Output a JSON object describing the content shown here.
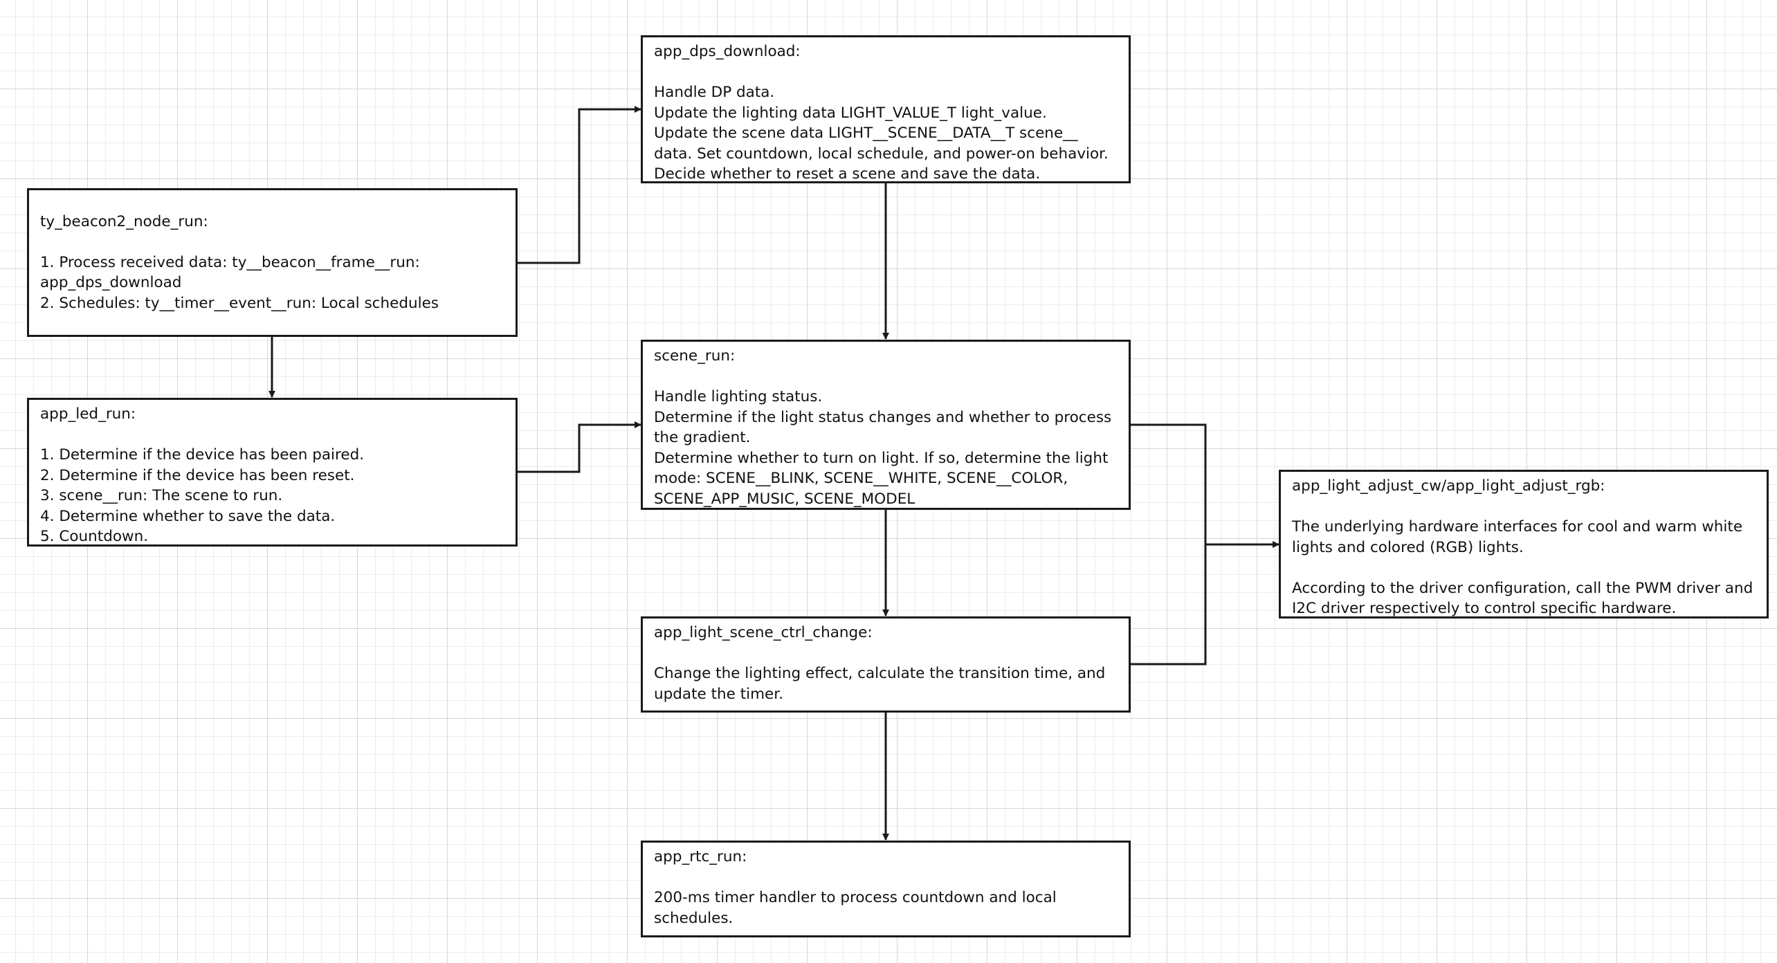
{
  "nodes": {
    "beacon": {
      "title": "ty_beacon2_node_run:",
      "lines": [
        "1. Process received data: ty__beacon__frame__run:",
        "app_dps_download",
        "2. Schedules: ty__timer__event__run: Local schedules"
      ]
    },
    "led": {
      "title": "app_led_run:",
      "lines": [
        "1. Determine if the device has been paired.",
        "2. Determine if the device has been reset.",
        "3. scene__run: The scene to run.",
        "4. Determine whether to save the data.",
        "5. Countdown."
      ]
    },
    "dps": {
      "title": "app_dps_download:",
      "lines": [
        "Handle DP data.",
        "Update the lighting data LIGHT_VALUE_T light_value.",
        "Update the scene data LIGHT__SCENE__DATA__T scene__",
        "data. Set countdown, local schedule, and power-on behavior.",
        "Decide whether to reset a scene and save the data."
      ]
    },
    "scene": {
      "title": "scene_run:",
      "lines": [
        "Handle lighting status.",
        "Determine if the light status changes and whether to process",
        "the gradient.",
        "Determine whether to turn on light. If so, determine the light",
        "mode: SCENE__BLINK, SCENE__WHITE, SCENE__COLOR,",
        "SCENE_APP_MUSIC, SCENE_MODEL"
      ]
    },
    "ctrl": {
      "title": "app_light_scene_ctrl_change:",
      "lines": [
        "Change the lighting effect, calculate the transition time, and",
        "update the timer."
      ]
    },
    "rtc": {
      "title": "app_rtc_run:",
      "lines": [
        "200-ms timer handler to process countdown and local",
        "schedules."
      ]
    },
    "adjust": {
      "title": "app_light_adjust_cw/app_light_adjust_rgb:",
      "lines": [
        "The underlying hardware interfaces for cool and warm white",
        "lights and colored (RGB) lights.",
        "",
        "According to the driver configuration, call the PWM driver and",
        "I2C driver respectively to control specific hardware."
      ]
    }
  },
  "colors": {
    "stroke": "#1a1a1a",
    "grid_major": "#d6d6d6",
    "grid_minor": "#ececec"
  }
}
